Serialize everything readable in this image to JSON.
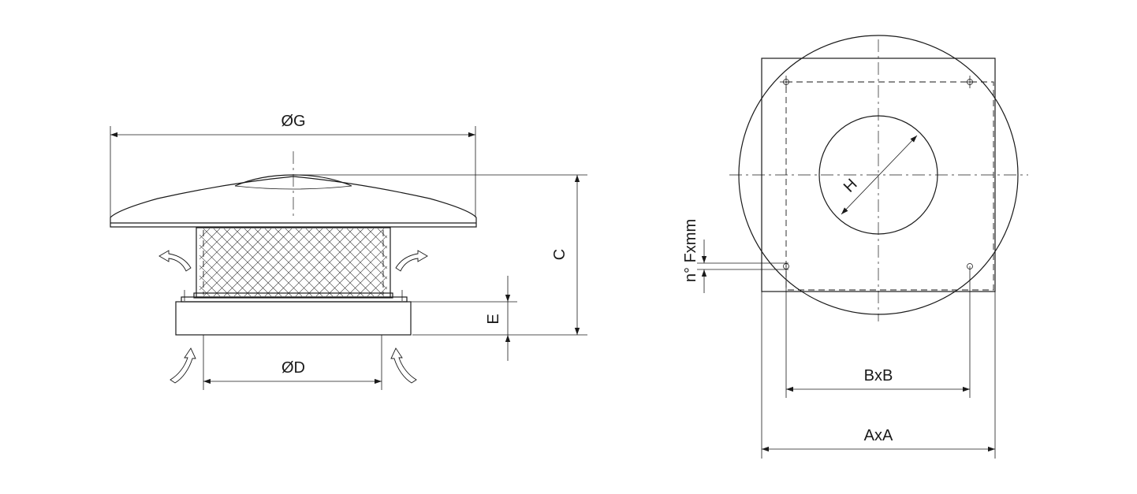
{
  "side_view": {
    "labels": {
      "diameter_g": "ØG",
      "diameter_d": "ØD",
      "height_c": "C",
      "height_e": "E"
    }
  },
  "top_view": {
    "labels": {
      "diameter_h": "H",
      "holes": "n° Fxmm",
      "bolt_spacing": "BxB",
      "flange_size": "AxA"
    }
  },
  "colors": {
    "line": "#1a1a1a",
    "background": "#ffffff"
  }
}
